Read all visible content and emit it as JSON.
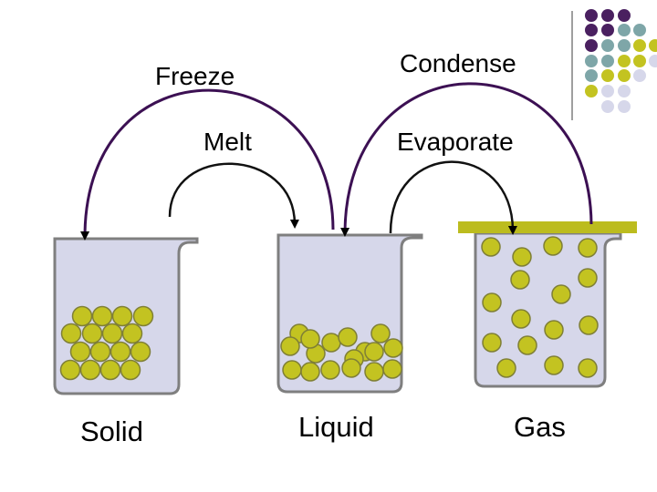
{
  "labels": {
    "freeze": "Freeze",
    "condense": "Condense",
    "melt": "Melt",
    "evaporate": "Evaporate",
    "solid": "Solid",
    "liquid": "Liquid",
    "gas": "Gas"
  },
  "colors": {
    "particle": "#c3c321",
    "particle_outline": "#7f7f36",
    "beaker_fill": "#d6d7ea",
    "beaker_outline": "#7f7f7f",
    "arrow": "#3c1053",
    "lid": "#bcbc1e",
    "deco_purple": "#4a2060",
    "deco_teal": "#7ea6a8",
    "deco_yellow": "#c3c321",
    "deco_lavender": "#d6d7ea"
  }
}
